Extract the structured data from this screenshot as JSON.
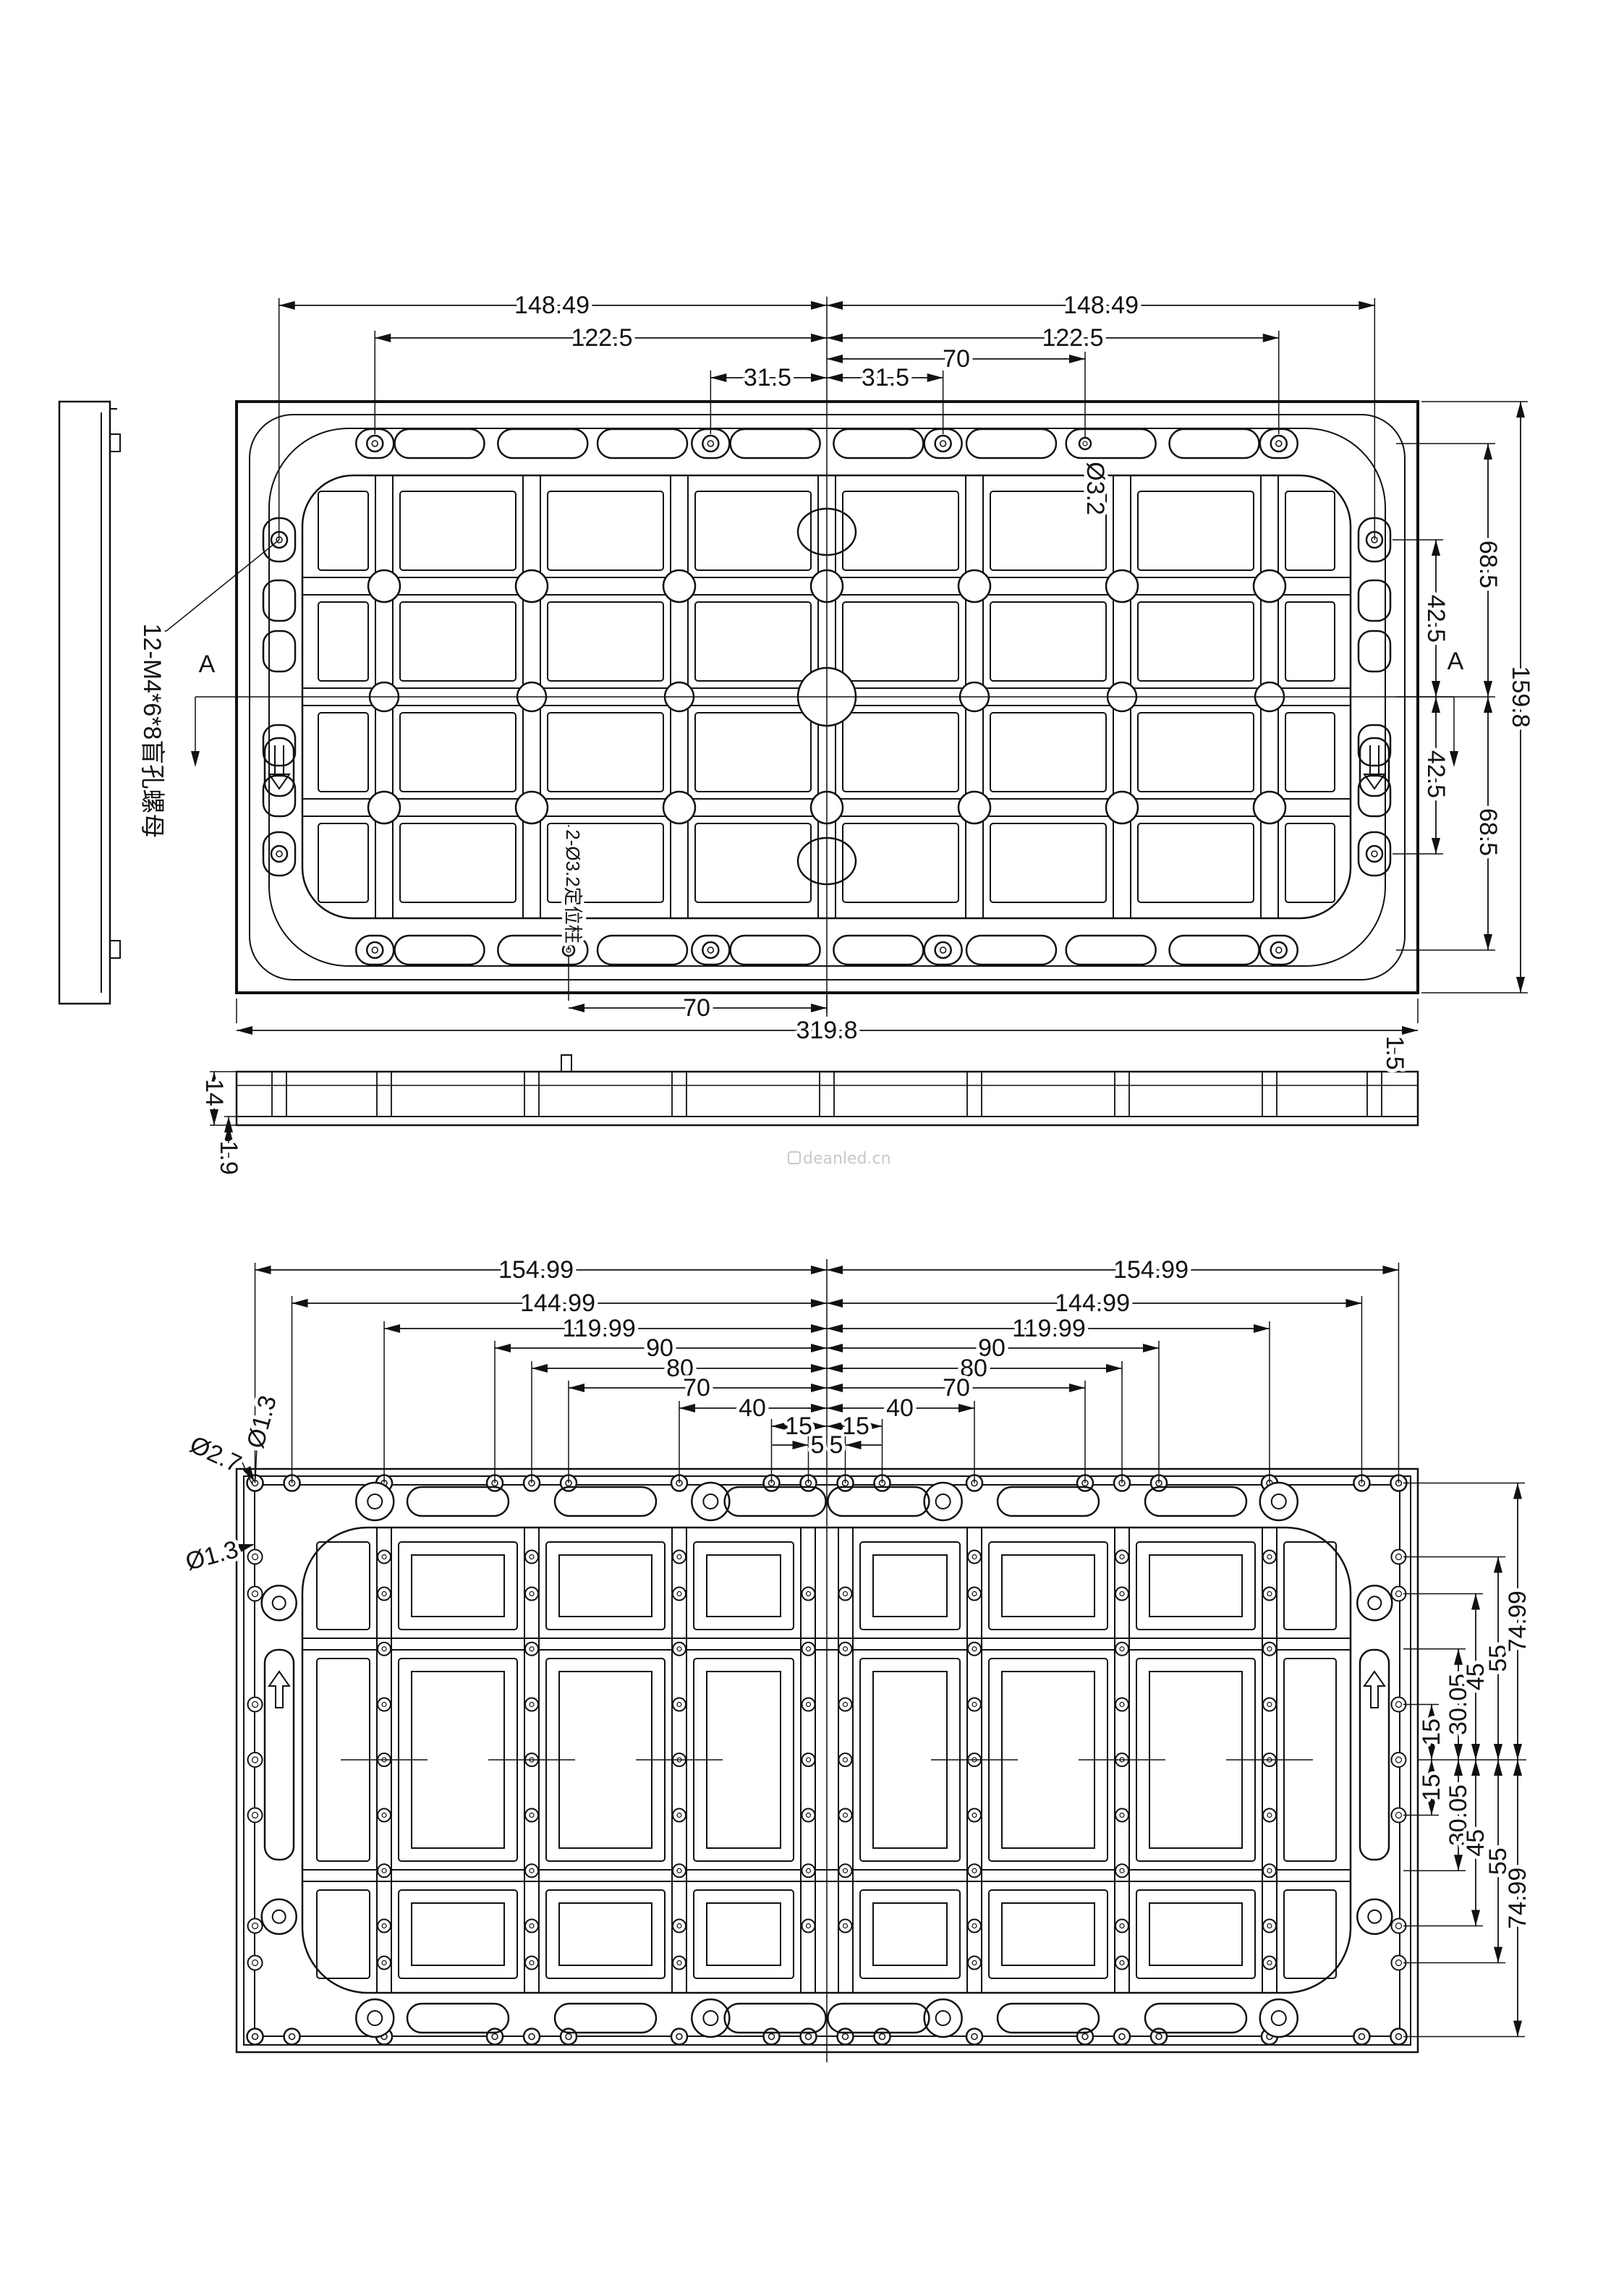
{
  "watermark": "deanled.cn",
  "top_view": {
    "dims": {
      "half_width_left": "148.49",
      "half_width_right": "148.49",
      "hole_span_left": "122.5",
      "hole_span_right": "122.5",
      "inner_hole_left": "31.5",
      "inner_hole_right": "31.5",
      "pin_offset_top": "70",
      "pin_offset_bottom": "70",
      "overall_width": "319.8",
      "overall_height": "159.8",
      "side_hole_upper": "42.5",
      "side_hole_lower": "42.5",
      "row_upper": "68.5",
      "row_lower": "68.5"
    },
    "notes": {
      "thread_callout": "12-M4*6*8盲孔螺母",
      "pin_callout": "2-Ø3.2定位柱",
      "pin_diameter": "Ø3.2",
      "section_mark_left": "A",
      "section_mark_right": "A"
    }
  },
  "section_view": {
    "dims": {
      "height": "14",
      "base": "1.9",
      "top_step": "1.5"
    }
  },
  "bottom_view": {
    "dims": {
      "w15499_left": "154.99",
      "w15499_right": "154.99",
      "w14499_left": "144.99",
      "w14499_right": "144.99",
      "w11999_left": "119.99",
      "w11999_right": "119.99",
      "w90_left": "90",
      "w90_right": "90",
      "w80_left": "80",
      "w80_right": "80",
      "w70_left": "70",
      "w70_right": "70",
      "w40_left": "40",
      "w40_right": "40",
      "w15_left": "15",
      "w15_right": "15",
      "w5_left": "5",
      "w5_right": "5",
      "h15_upper": "15",
      "h15_lower": "15",
      "h3005_upper": "30.05",
      "h3005_lower": "30.05",
      "h45_upper": "45",
      "h45_lower": "45",
      "h55_upper": "55",
      "h55_lower": "55",
      "h7499_upper": "74.99",
      "h7499_lower": "74.99"
    },
    "notes": {
      "hole_d27": "Ø2.7",
      "hole_d13_top": "Ø1.3",
      "hole_d13_side": "Ø1.3"
    }
  }
}
